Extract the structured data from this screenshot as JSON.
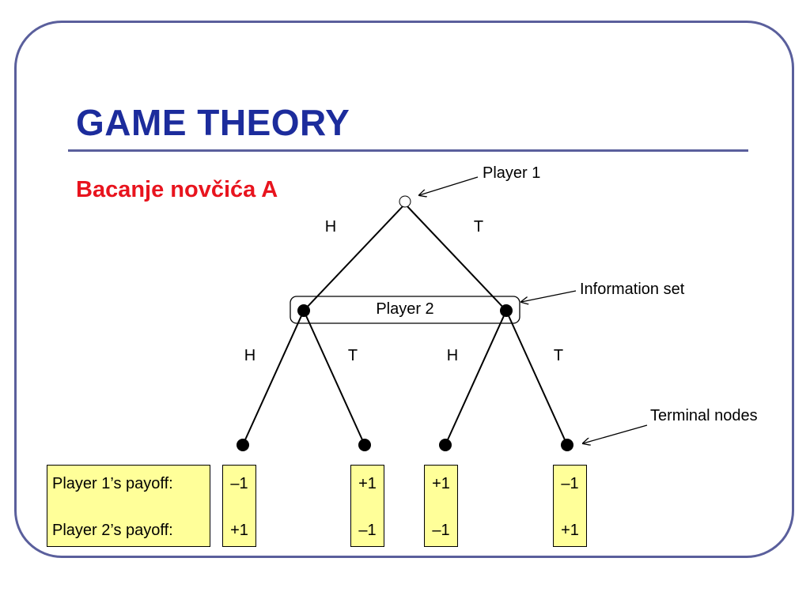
{
  "slide": {
    "title": "GAME THEORY",
    "subtitle": "Bacanje novčića A"
  },
  "tree": {
    "root_label": "Player 1",
    "player2_label": "Player 2",
    "info_set_label": "Information set",
    "terminal_label": "Terminal nodes",
    "p1_moves": [
      "H",
      "T"
    ],
    "p2_left_moves": [
      "H",
      "T"
    ],
    "p2_right_moves": [
      "H",
      "T"
    ]
  },
  "payoffs": {
    "row_labels": [
      "Player 1’s payoff:",
      "Player 2’s payoff:"
    ],
    "columns": [
      {
        "p1": "–1",
        "p2": "+1"
      },
      {
        "p1": "+1",
        "p2": "–1"
      },
      {
        "p1": "+1",
        "p2": "–1"
      },
      {
        "p1": "–1",
        "p2": "+1"
      }
    ]
  },
  "colors": {
    "title": "#1c2c9c",
    "subtitle": "#e8141e",
    "frame": "#5a5f9c",
    "payoff_box": "#ffff99"
  }
}
